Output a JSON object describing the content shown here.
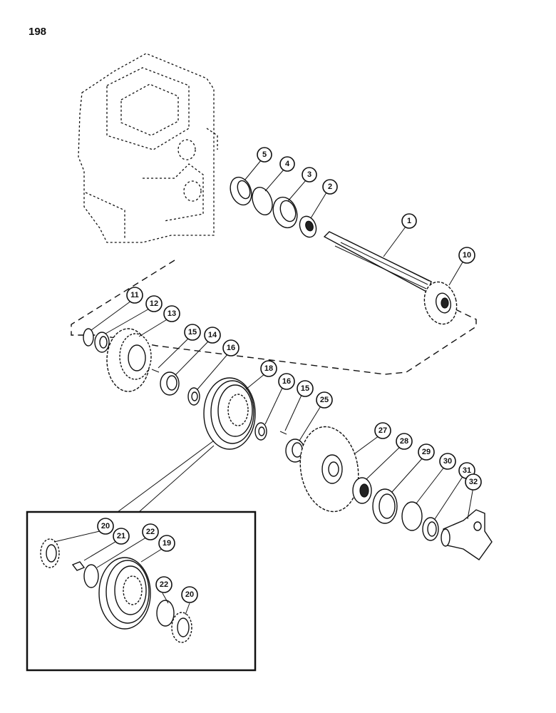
{
  "page_number": "198",
  "callouts": {
    "c1": "1",
    "c2": "2",
    "c3": "3",
    "c4": "4",
    "c5": "5",
    "c10": "10",
    "c11": "11",
    "c12": "12",
    "c13": "13",
    "c14": "14",
    "c15a": "15",
    "c16a": "16",
    "c18": "18",
    "c16b": "16",
    "c15b": "15",
    "c25": "25",
    "c27": "27",
    "c28": "28",
    "c29": "29",
    "c30": "30",
    "c31": "31",
    "c32": "32",
    "c20a": "20",
    "c21": "21",
    "c22a": "22",
    "c19": "19",
    "c22b": "22",
    "c20b": "20"
  }
}
